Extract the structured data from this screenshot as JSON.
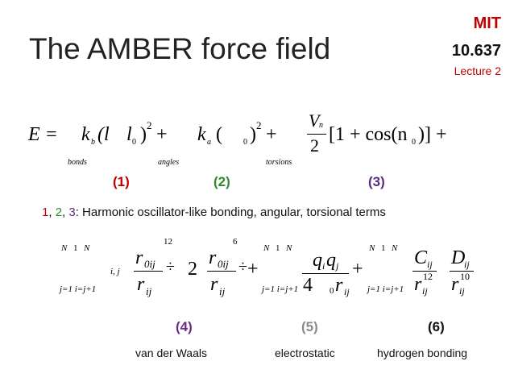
{
  "header": {
    "title": "The AMBER force field",
    "institution": "MIT",
    "course": "10.637",
    "lecture": "Lecture 2"
  },
  "equation1": {
    "E": "E =",
    "kb": "k",
    "kb_sub": "b",
    "l_open": "(l",
    "l0": "l",
    "l0_sub": "0",
    "close1": ")",
    "sq1": "2",
    "plus1": "+",
    "bonds": "bonds",
    "ka": "k",
    "ka_sub": "a",
    "open2": "(",
    "zero2": "0",
    "close2": ")",
    "sq2": "2",
    "plus2": "+",
    "angles": "angles",
    "Vn": "V",
    "Vn_sub": "n",
    "two": "2",
    "cos": "[1 + cos(n",
    "zero3": "0",
    "close3": ")] +",
    "torsions": "torsions"
  },
  "labels_top": {
    "l1": "(1)",
    "l2": "(2)",
    "l3": "(3)"
  },
  "description": {
    "n1": "1",
    "c1": ", ",
    "n2": "2",
    "c2": ", ",
    "n3": "3",
    "rest": ": Harmonic oscillator-like bonding, angular, torsional terms"
  },
  "equation2": {
    "sum_top_N1": "N",
    "sum_top_1": "1",
    "sum_top_N2": "N",
    "sum_bot": "j=1 i=j+1",
    "ij": "i, j",
    "r0ij": "r",
    "r0ij_sub": "0ij",
    "rij": "r",
    "rij_sub": "ij",
    "div1": "÷",
    "exp12": "12",
    "minus2": "2",
    "r0ij_b": "r",
    "r0ij_b_sub": "0ij",
    "rij_b": "r",
    "rij_b_sub": "ij",
    "div2": "÷",
    "exp6": "6",
    "plus_a": "+",
    "sum2_top_N1": "N",
    "sum2_top_1": "1",
    "sum2_top_N2": "N",
    "sum2_bot": "j=1 i=j+1",
    "qq": "q",
    "qi_sub": "i",
    "qj": "q",
    "qj_sub": "j",
    "four": "4",
    "zero_sub": "0",
    "r_e": "r",
    "r_e_sub": "ij",
    "plus_b": "+",
    "sum3_top_N1": "N",
    "sum3_top_1": "1",
    "sum3_top_N2": "N",
    "sum3_bot": "j=1 i=j+1",
    "C": "C",
    "C_sub": "ij",
    "r12": "r",
    "r12_sub": "ij",
    "r12_exp": "12",
    "D": "D",
    "D_sub": "ij",
    "r10": "r",
    "r10_sub": "ij",
    "r10_exp": "10"
  },
  "labels_bottom": {
    "l4": "(4)",
    "l5": "(5)",
    "l6": "(6)",
    "c4": "van der Waals",
    "c5": "electrostatic",
    "c6": "hydrogen bonding"
  },
  "colors": {
    "l1": "#c00000",
    "l2": "#2e8b2e",
    "l3": "#5b2a86",
    "l4": "#6a2a86",
    "l5": "#8a8a8a",
    "l6": "#111111",
    "mit_red": "#c00000"
  }
}
